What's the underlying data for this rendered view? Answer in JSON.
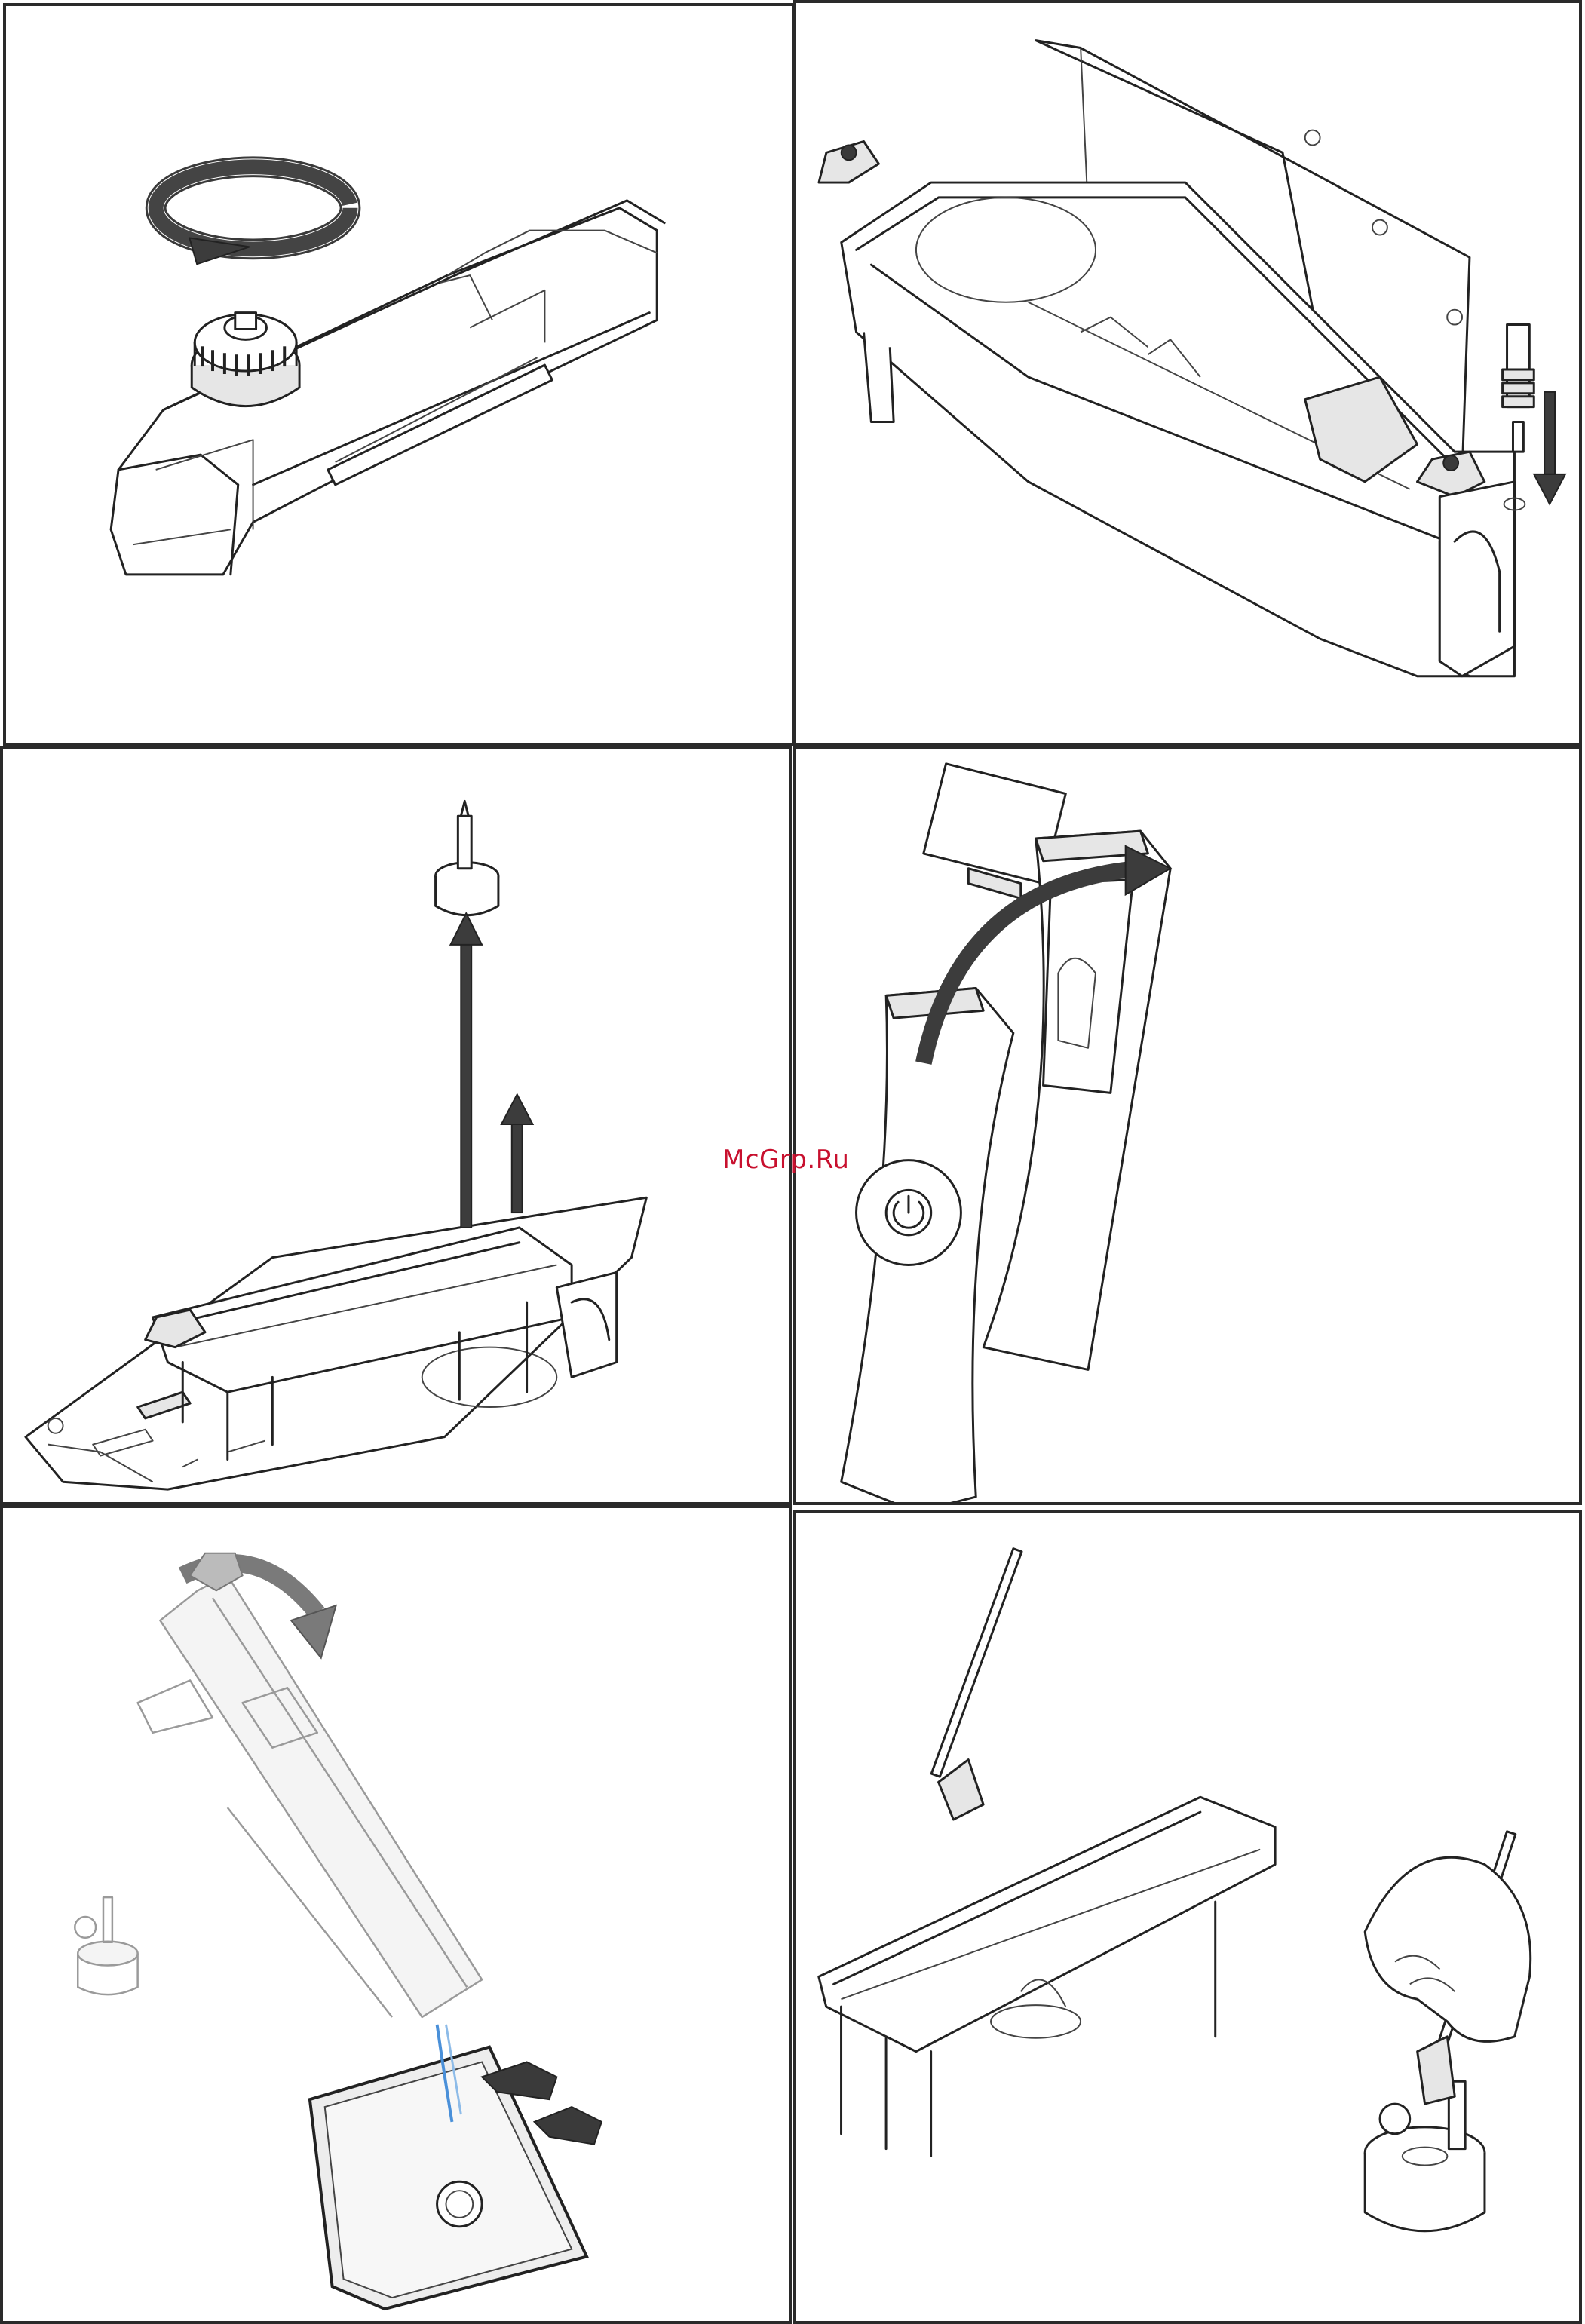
{
  "watermark": {
    "text": "McGrp.Ru",
    "color": "#c8102e"
  },
  "panels": [
    {
      "id": "panel-1",
      "depicts": "rotate-knob-icon"
    },
    {
      "id": "panel-2",
      "depicts": "insert-pin-icon"
    },
    {
      "id": "panel-3",
      "depicts": "lift-out-icon"
    },
    {
      "id": "panel-4",
      "depicts": "open-cover-icon"
    },
    {
      "id": "panel-5",
      "depicts": "pour-out-icon"
    },
    {
      "id": "panel-6",
      "depicts": "brush-clean-icon"
    }
  ],
  "colors": {
    "border": "#2a2a2a",
    "line": "#222222",
    "arrow": "#3c3c3c",
    "water": "#4a90d9"
  }
}
